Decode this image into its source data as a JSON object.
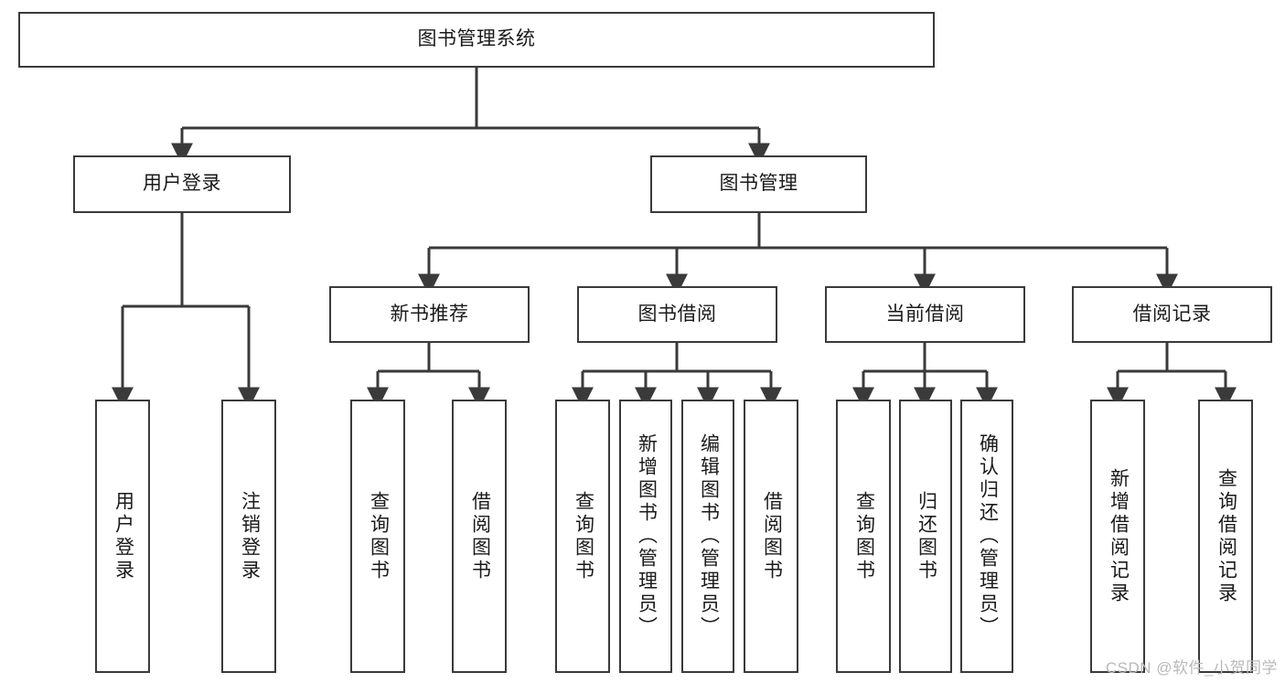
{
  "diagram": {
    "title": "图书管理系统",
    "type": "tree",
    "stroke_color": "#3a3a3a",
    "fill_color": "#ffffff",
    "text_color": "#1a1a1a",
    "watermark": "CSDN @软件_小贺同学"
  },
  "nodes": {
    "root": {
      "label": "图书管理系统"
    },
    "level2": [
      {
        "label": "用户登录"
      },
      {
        "label": "图书管理"
      }
    ],
    "level3": [
      {
        "label": "新书推荐"
      },
      {
        "label": "图书借阅"
      },
      {
        "label": "当前借阅"
      },
      {
        "label": "借阅记录"
      }
    ],
    "leaves": {
      "user_login": [
        {
          "label": "用户登录"
        },
        {
          "label": "注销登录"
        }
      ],
      "new_book_recommend": [
        {
          "label": "查询图书"
        },
        {
          "label": "借阅图书"
        }
      ],
      "book_borrow": [
        {
          "label": "查询图书"
        },
        {
          "label": "新增图书（管理员）"
        },
        {
          "label": "编辑图书（管理员）"
        },
        {
          "label": "借阅图书"
        }
      ],
      "current_borrow": [
        {
          "label": "查询图书"
        },
        {
          "label": "归还图书"
        },
        {
          "label": "确认归还（管理员）"
        }
      ],
      "borrow_records": [
        {
          "label": "新增借阅记录"
        },
        {
          "label": "查询借阅记录"
        }
      ]
    }
  }
}
